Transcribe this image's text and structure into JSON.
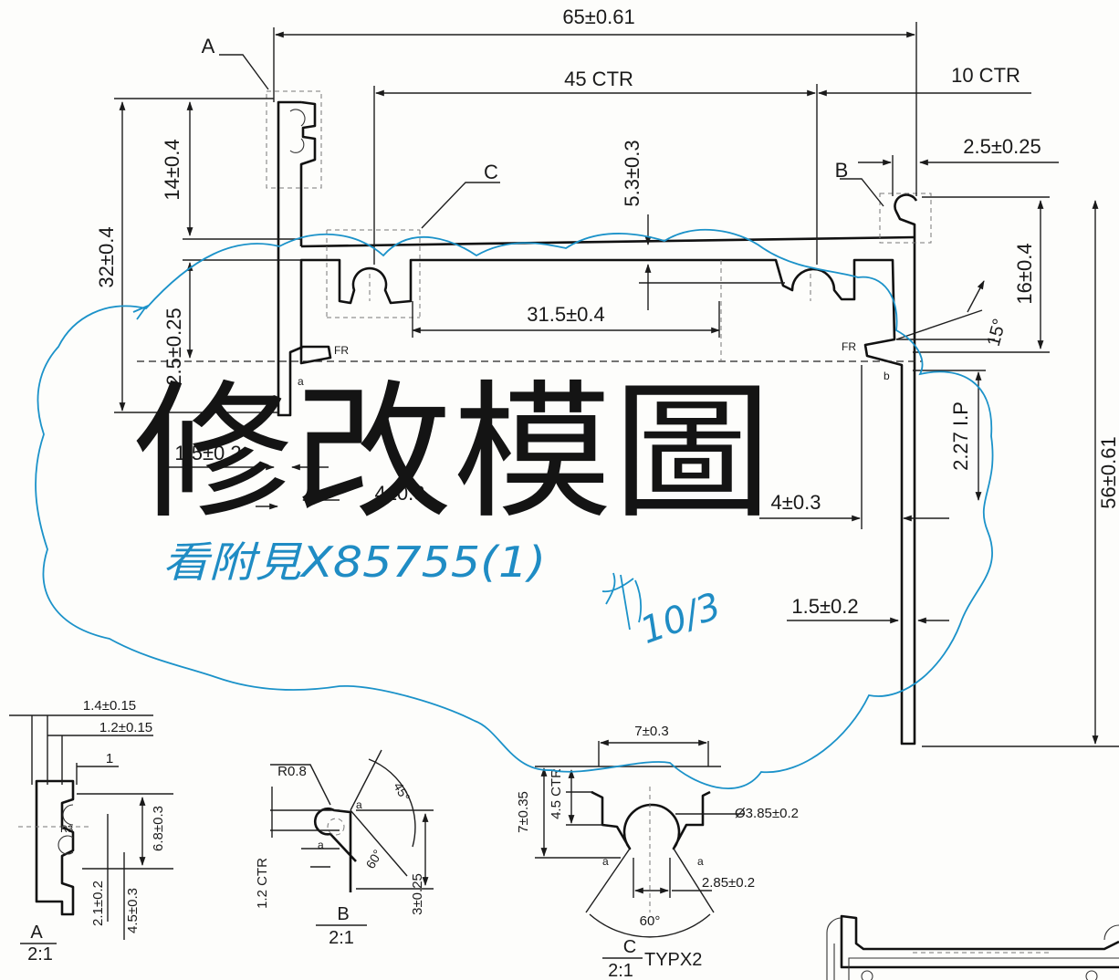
{
  "stamp": {
    "text": "修改模圖"
  },
  "handwritten": {
    "note": "看附見X85755(1)",
    "initials": "10/3"
  },
  "main_view": {
    "dims": {
      "overall_width": "65±0.61",
      "ctr_45": "45 CTR",
      "ctr_10": "10 CTR",
      "wall_2_5": "2.5±0.25",
      "height_14": "14±0.4",
      "height_32": "32±0.4",
      "slot_depth": "5.3±0.3",
      "height_16": "16±0.4",
      "slot_span": "31.5±0.4",
      "angle_15": "15°",
      "height_2_5": "2.5±0.25",
      "ip": "2.27 I.P",
      "wall_1_5_a": "1.5±0.2",
      "width_4_a": "4±0.3",
      "width_4_b": "4±0.3",
      "height_56": "56±0.61",
      "wall_1_5_b": "1.5±0.2"
    },
    "markers": {
      "view_a": "A",
      "view_b": "B",
      "view_c": "C",
      "fr_left": "FR",
      "fr_right": "FR",
      "pt_a": "a",
      "pt_b": "b"
    }
  },
  "detail_a": {
    "dims": [
      "1.4±0.15",
      "1.2±0.15",
      "1",
      "6.8±0.3",
      "2.1±0.2",
      "4.5±0.3"
    ],
    "center_mark": "R3",
    "label": "A",
    "scale": "2:1"
  },
  "detail_b": {
    "dims": [
      "R0.8",
      "45°",
      "60°",
      "1.2 CTR",
      "3±0.25"
    ],
    "pts": [
      "a",
      "a"
    ],
    "label": "B",
    "scale": "2:1"
  },
  "detail_c": {
    "dims": [
      "7±0.3",
      "7±0.35",
      "4.5 CTR",
      "Ø3.85±0.2",
      "2.85±0.2",
      "60°"
    ],
    "pts": [
      "a",
      "a"
    ],
    "label": "C",
    "scale": "2:1",
    "typ": "TYPX2"
  }
}
